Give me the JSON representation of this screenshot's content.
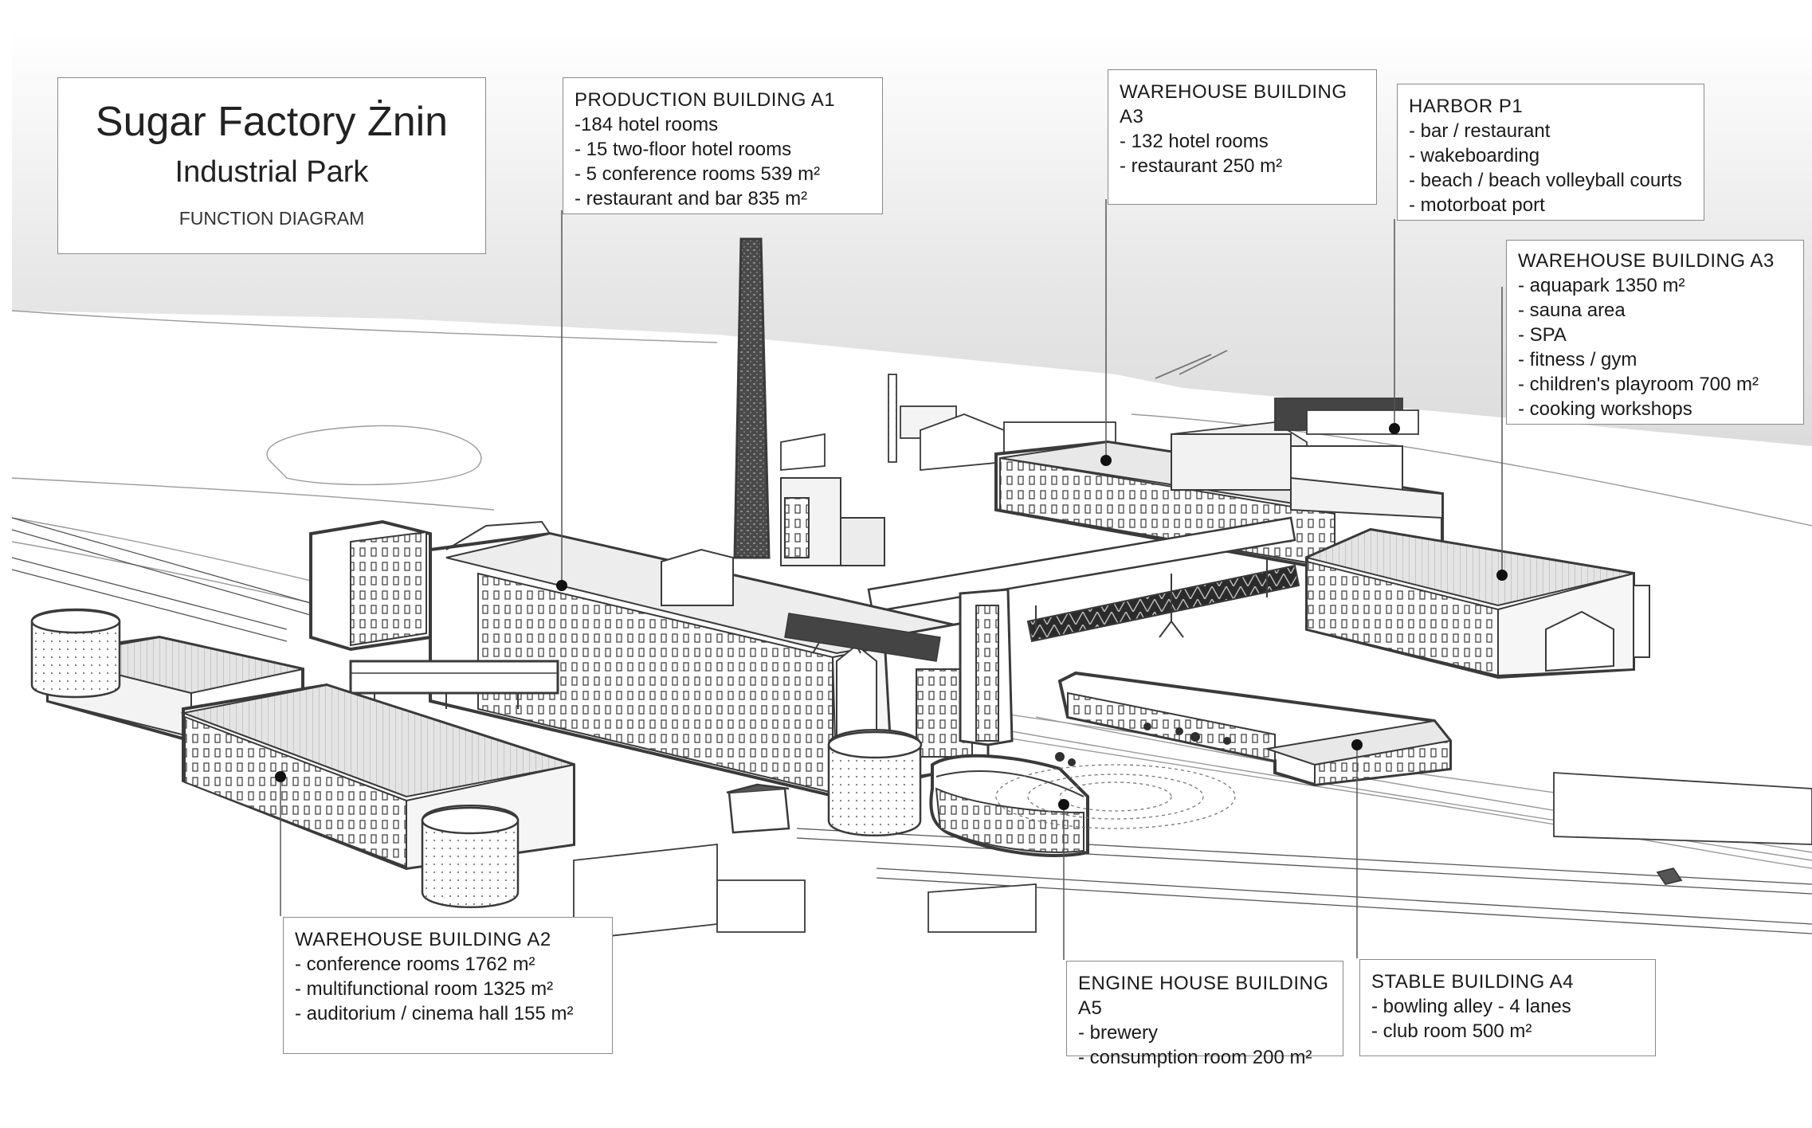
{
  "title": {
    "line1": "Sugar Factory Żnin",
    "line2": "Industrial Park",
    "line3": "FUNCTION DIAGRAM"
  },
  "labels": {
    "a1": {
      "heading": "PRODUCTION BUILDING A1",
      "items": [
        "-184 hotel rooms",
        "- 15 two-floor hotel rooms",
        "- 5 conference rooms 539 m²",
        "- restaurant and bar 835 m²"
      ]
    },
    "a3_hotel": {
      "heading": "WAREHOUSE BUILDING A3",
      "items": [
        "- 132 hotel rooms",
        "- restaurant 250 m²"
      ]
    },
    "p1": {
      "heading": "HARBOR P1",
      "items": [
        "- bar / restaurant",
        "- wakeboarding",
        "- beach / beach volleyball courts",
        "- motorboat port"
      ]
    },
    "a3_aqua": {
      "heading": "WAREHOUSE BUILDING A3",
      "items": [
        "- aquapark 1350 m²",
        "- sauna area",
        "- SPA",
        "- fitness / gym",
        "- children's playroom 700 m²",
        "- cooking workshops"
      ]
    },
    "a2": {
      "heading": "WAREHOUSE BUILDING A2",
      "items": [
        "- conference rooms 1762 m²",
        "- multifunctional room 1325 m²",
        "- auditorium / cinema hall 155 m²"
      ]
    },
    "a5": {
      "heading": "ENGINE HOUSE BUILDING A5",
      "items": [
        "- brewery",
        "- consumption room 200 m²"
      ]
    },
    "a4": {
      "heading": "STABLE BUILDING A4",
      "items": [
        "- bowling alley - 4 lanes",
        "- club room 500 m²"
      ]
    }
  },
  "colors": {
    "outline": "#3a3a3a",
    "leader": "#555555",
    "sky_top": "#e6e6e6"
  }
}
